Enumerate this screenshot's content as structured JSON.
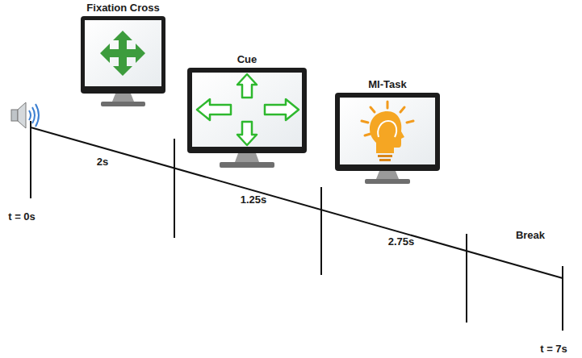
{
  "diagram": {
    "nodes": [
      {
        "text": [
          "Fixation Cross"
        ]
      },
      {
        "text": [
          "Cue"
        ]
      },
      {
        "text": [
          "MI-Task"
        ]
      }
    ],
    "labels": [
      "2s",
      "1.25s",
      "2.75s",
      "Break",
      "t = 0s",
      "t = 7s"
    ]
  }
}
